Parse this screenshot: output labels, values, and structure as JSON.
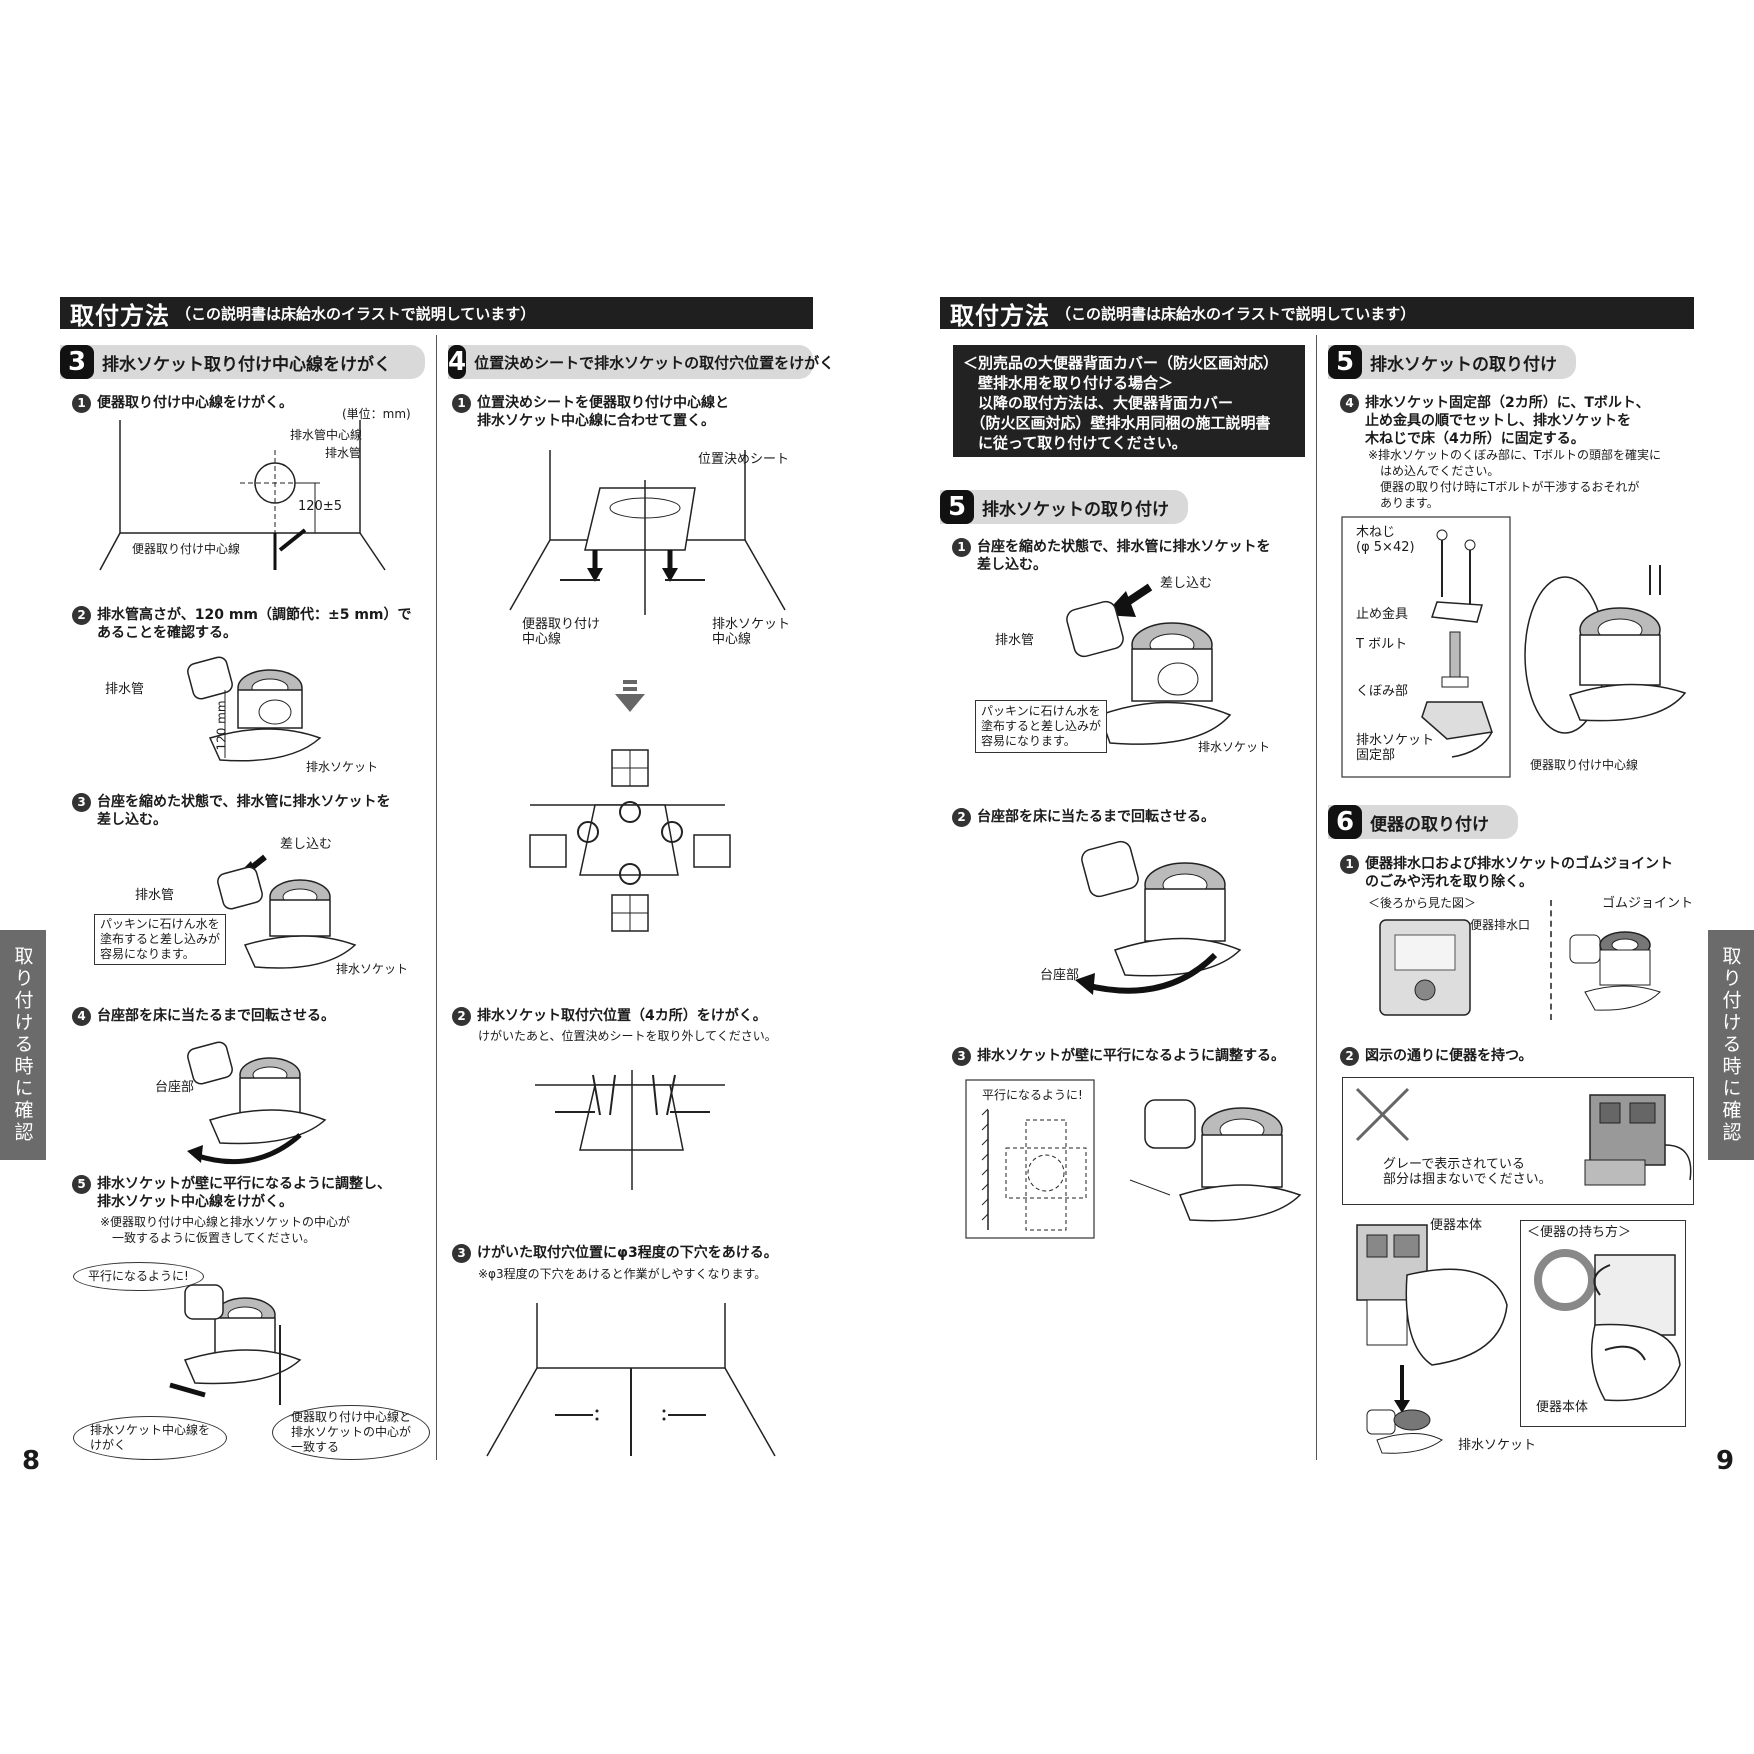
{
  "left": {
    "header_title": "取付方法",
    "header_sub": "（この説明書は床給水のイラストで説明しています）",
    "step3": {
      "num": "3",
      "title": "排水ソケット取り付け中心線をけがく",
      "i1": "便器取り付け中心線をけがく。",
      "unit": "(単位：mm)",
      "l_pipe_center": "排水管中心線",
      "l_pipe": "排水管",
      "l_dim": "120±5",
      "l_center": "便器取り付け中心線",
      "i2": "排水管高さが、120 mm（調節代：±5 mm）で\nあることを確認する。",
      "l2_pipe": "排水管",
      "l2_height": "120 mm",
      "l2_socket": "排水ソケット",
      "i3": "台座を縮めた状態で、排水管に排水ソケットを\n差し込む。",
      "l3_insert": "差し込む",
      "l3_pipe": "排水管",
      "l3_tip": "パッキンに石けん水を\n塗布すると差し込みが\n容易になります。",
      "l3_socket": "排水ソケット",
      "i4": "台座部を床に当たるまで回転させる。",
      "l4_base": "台座部",
      "i5": "排水ソケットが壁に平行になるように調整し、\n排水ソケット中心線をけがく。",
      "n5": "※便器取り付け中心線と排水ソケットの中心が\n　一致するように仮置きしてください。",
      "b5_parallel": "平行になるように!",
      "b5_mark": "排水ソケット中心線を\nけがく",
      "b5_match": "便器取り付け中心線と\n排水ソケットの中心が\n一致する"
    },
    "step4": {
      "num": "4",
      "title": "位置決めシートで排水ソケットの取付穴位置をけがく",
      "i1": "位置決めシートを便器取り付け中心線と\n排水ソケット中心線に合わせて置く。",
      "l_sheet": "位置決めシート",
      "l_center": "便器取り付け\n中心線",
      "l_socket_center": "排水ソケット\n中心線",
      "i2": "排水ソケット取付穴位置（4カ所）をけがく。",
      "n2": "けがいたあと、位置決めシートを取り外してください。",
      "i3": "けがいた取付穴位置にφ3程度の下穴をあける。",
      "n3": "※φ3程度の下穴をあけると作業がしやすくなります。"
    },
    "page_number": "8",
    "side_tab": "取り付ける時に確認"
  },
  "right": {
    "header_title": "取付方法",
    "header_sub": "（この説明書は床給水のイラストで説明しています）",
    "notice": "＜別売品の大便器背面カバー（防火区画対応）\n　壁排水用を取り付ける場合＞\n　以降の取付方法は、大便器背面カバー\n　（防火区画対応）壁排水用同梱の施工説明書\n　に従って取り付けてください。",
    "step5": {
      "num": "5",
      "title": "排水ソケットの取り付け",
      "i1": "台座を縮めた状態で、排水管に排水ソケットを\n差し込む。",
      "l_insert": "差し込む",
      "l_pipe": "排水管",
      "l_tip": "パッキンに石けん水を\n塗布すると差し込みが\n容易になります。",
      "l_socket": "排水ソケット",
      "i2": "台座部を床に当たるまで回転させる。",
      "l_base": "台座部",
      "i3": "排水ソケットが壁に平行になるように調整する。",
      "l_parallel": "平行になるように!"
    },
    "step5b": {
      "num": "5",
      "title": "排水ソケットの取り付け",
      "i4": "排水ソケット固定部（2カ所）に、Tボルト、\n止め金具の順でセットし、排水ソケットを\n木ねじで床（4カ所）に固定する。",
      "n4": "※排水ソケットのくぼみ部に、Tボルトの頭部を確実に\n　はめ込んでください。\n　便器の取り付け時にTボルトが干渉するおそれが\n　あります。",
      "l_screw": "木ねじ\n(φ 5×42)",
      "l_stopper": "止め金具",
      "l_tbolt": "T ボルト",
      "l_recess": "くぼみ部",
      "l_fix": "排水ソケット\n固定部",
      "l_center": "便器取り付け中心線"
    },
    "step6": {
      "num": "6",
      "title": "便器の取り付け",
      "i1": "便器排水口および排水ソケットのゴムジョイント\nのごみや汚れを取り除く。",
      "l_back": "＜後ろから見た図＞",
      "l_outlet": "便器排水口",
      "l_joint": "ゴムジョイント",
      "i2": "図示の通りに便器を持つ。",
      "l_gray": "グレーで表示されている\n部分は掴まないでください。",
      "l_body": "便器本体",
      "l_how": "＜便器の持ち方＞",
      "l_body2": "便器本体",
      "l_socket": "排水ソケット"
    },
    "page_number": "9",
    "side_tab": "取り付ける時に確認"
  }
}
